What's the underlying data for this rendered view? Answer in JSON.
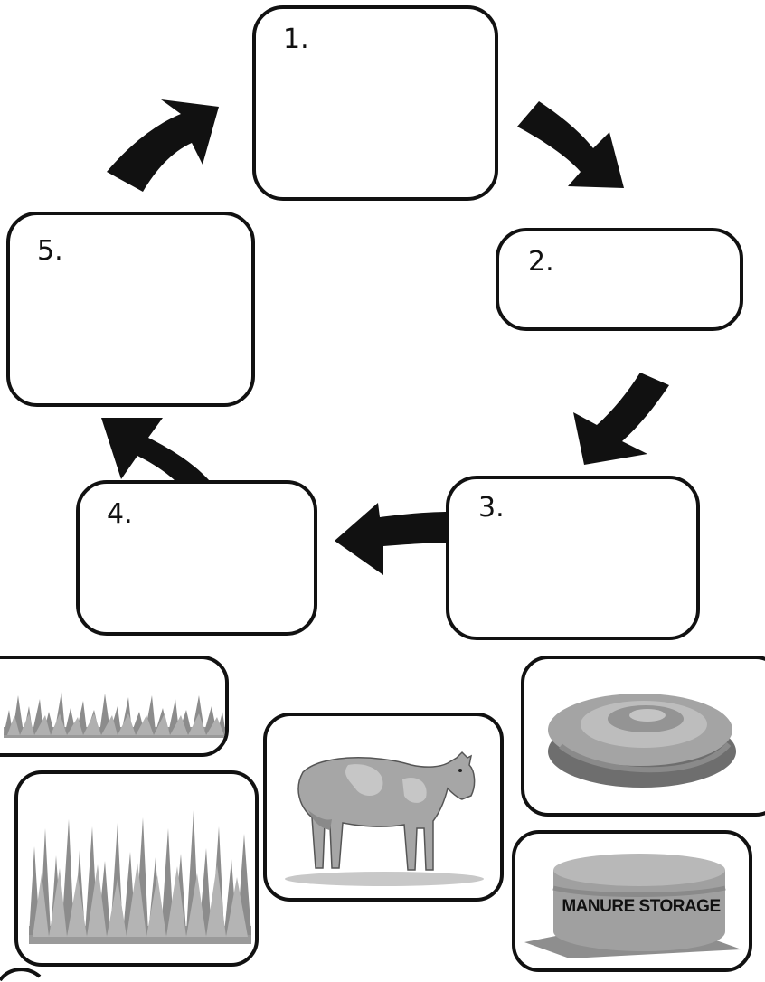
{
  "cycle_boxes": [
    {
      "label": "1."
    },
    {
      "label": "2."
    },
    {
      "label": "3."
    },
    {
      "label": "4."
    },
    {
      "label": "5."
    }
  ],
  "picture_cards": {
    "short_grass": {
      "icon": "short-grass-picture"
    },
    "tall_grass": {
      "icon": "tall-grass-picture"
    },
    "cow": {
      "icon": "cow-picture"
    },
    "manure_pile": {
      "icon": "manure-pile-picture"
    },
    "manure_storage": {
      "icon": "manure-storage-tank-picture",
      "label": "MANURE STORAGE"
    }
  },
  "colors": {
    "outline": "#111111",
    "arrow": "#111111",
    "art_gray": "#8c8c8c"
  }
}
